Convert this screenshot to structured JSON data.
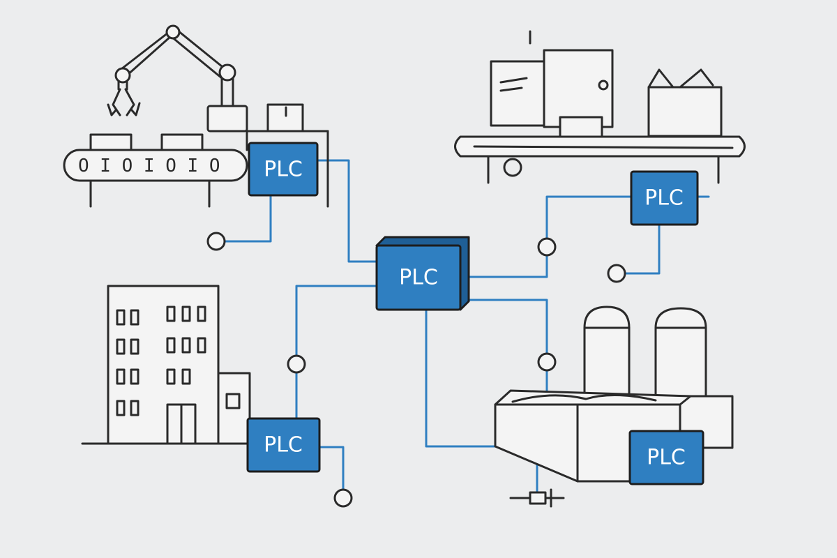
{
  "diagram": {
    "colors": {
      "plc_fill": "#2f7fc1",
      "plc_stroke": "#1d1d1d",
      "wire": "#2f7fc1",
      "ink": "#2a2a2a",
      "background": "#ecedee"
    },
    "plc_nodes": [
      {
        "id": "central",
        "label": "PLC"
      },
      {
        "id": "robot-line",
        "label": "PLC"
      },
      {
        "id": "packaging-line",
        "label": "PLC"
      },
      {
        "id": "building",
        "label": "PLC"
      },
      {
        "id": "silo-plant",
        "label": "PLC"
      }
    ],
    "conveyor_marking": "O I O I O I O",
    "icons": [
      "robot-arm-icon",
      "conveyor-belt-icon",
      "packaging-machine-icon",
      "office-building-icon",
      "silo-tank-icon",
      "sensor-node-icon",
      "valve-icon"
    ]
  }
}
